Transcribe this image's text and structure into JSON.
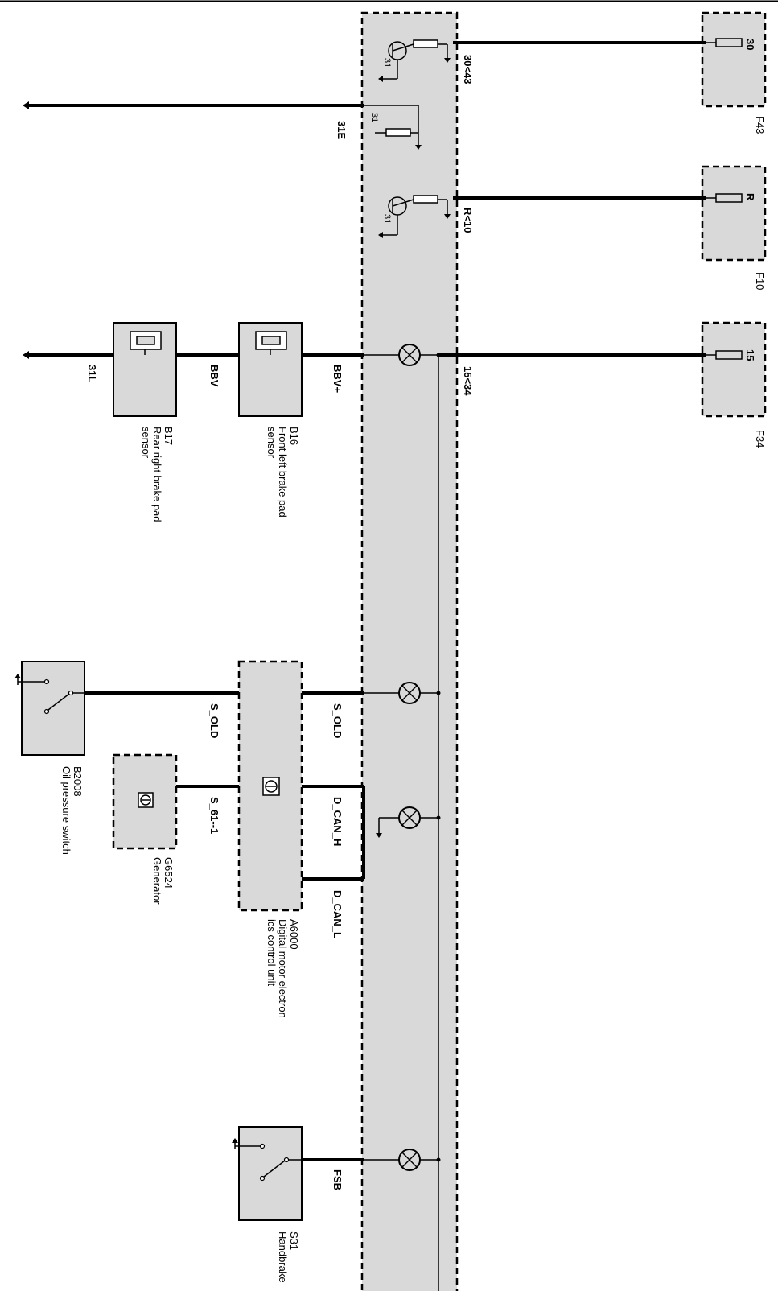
{
  "components": {
    "f43": {
      "ref": "F43",
      "pin": "30"
    },
    "f10": {
      "ref": "F10",
      "pin": "R"
    },
    "f34": {
      "ref": "F34",
      "pin": "15"
    },
    "b17": {
      "ref": "B17",
      "desc1": "Rear right brake pad",
      "desc2": "sensor"
    },
    "b16": {
      "ref": "B16",
      "desc1": "Front left brake pad",
      "desc2": "sensor"
    },
    "b2008": {
      "ref": "B2008",
      "desc1": "Oil pressure switch"
    },
    "g6524": {
      "ref": "G6524",
      "desc1": "Generator"
    },
    "a6000": {
      "ref": "A6000",
      "desc1": "Digital motor electron-",
      "desc2": "ics control unit"
    },
    "s31": {
      "ref": "S31",
      "desc1": "Handbrake"
    }
  },
  "wires": {
    "w30_43": "30<43",
    "w31e": "31E",
    "w31_a": "31",
    "w31_b": "31",
    "w31_c": "31",
    "wr10": "R<10",
    "w15_34": "15<34",
    "w31l": "31L",
    "wbbv": "BBV",
    "wbbvp": "BBV+",
    "ws_old_1": "S_OLD",
    "ws_old_2": "S_OLD",
    "ws61": "S_61--1",
    "wdcanh": "D_CAN_H",
    "wdcanl": "D_CAN_L",
    "wfsb": "FSB"
  }
}
